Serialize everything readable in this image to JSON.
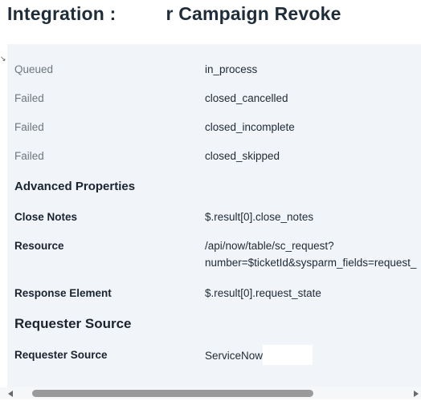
{
  "header": {
    "title_prefix": "Integration :",
    "title_suffix": "r Campaign Revoke"
  },
  "status_mappings": [
    {
      "status": "Queued",
      "value": "in_process"
    },
    {
      "status": "Failed",
      "value": "closed_cancelled"
    },
    {
      "status": "Failed",
      "value": "closed_incomplete"
    },
    {
      "status": "Failed",
      "value": "closed_skipped"
    }
  ],
  "advanced": {
    "heading": "Advanced Properties",
    "close_notes_label": "Close Notes",
    "close_notes_value": "$.result[0].close_notes",
    "resource_label": "Resource",
    "resource_value_line1": "/api/now/table/sc_request?",
    "resource_value_line2": "number=$ticketId&sysparm_fields=request_",
    "response_element_label": "Response Element",
    "response_element_value": "$.result[0].request_state"
  },
  "requester": {
    "heading": "Requester Source",
    "label": "Requester Source",
    "value": "ServiceNow"
  }
}
